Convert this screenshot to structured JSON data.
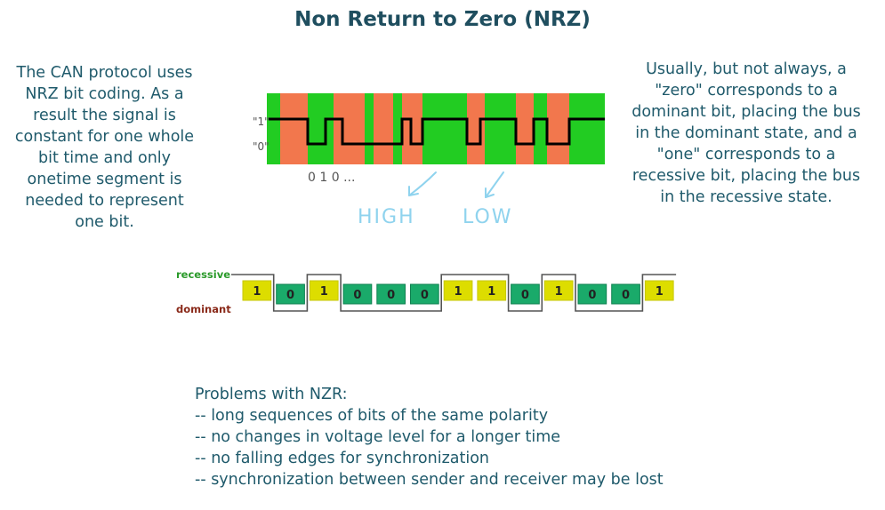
{
  "title": "Non Return to Zero (NRZ)",
  "left_text": [
    "The CAN protocol uses",
    "NRZ bit coding. As a",
    "result the signal is",
    "constant for one whole",
    "bit time and only",
    "onetime segment is",
    "needed to represent",
    "one bit."
  ],
  "right_text": [
    "Usually, but not always, a",
    "\"zero\" corresponds to a",
    "dominant bit, placing the bus",
    "in the dominant state, and a",
    "\"one\" corresponds to a",
    "recessive bit, placing the bus",
    "in the recessive state."
  ],
  "top_diagram": {
    "level_one_label": "\"1\"",
    "level_zero_label": "\"0\"",
    "bit_caption": "0 1 0 ...",
    "high_note": "HIGH",
    "low_note": "LOW",
    "colors": {
      "high": "#22cc22",
      "low": "#f2774d",
      "line": "#000000"
    }
  },
  "bottom_diagram": {
    "recessive_label": "recessive",
    "dominant_label": "dominant",
    "bits": [
      "1",
      "0",
      "1",
      "0",
      "0",
      "0",
      "1",
      "1",
      "0",
      "1",
      "0",
      "0",
      "1"
    ],
    "colors": {
      "one": "#dddd00",
      "zero": "#1aaa6a",
      "recessive_text": "#2a9a2a",
      "dominant_text": "#8a2a1a"
    }
  },
  "problems": {
    "heading": "Problems with NZR:",
    "items": [
      "-- long sequences of bits of the same polarity",
      "-- no changes in voltage level for a longer time",
      "-- no falling edges for synchronization",
      "-- synchronization between sender and receiver may be lost"
    ]
  }
}
